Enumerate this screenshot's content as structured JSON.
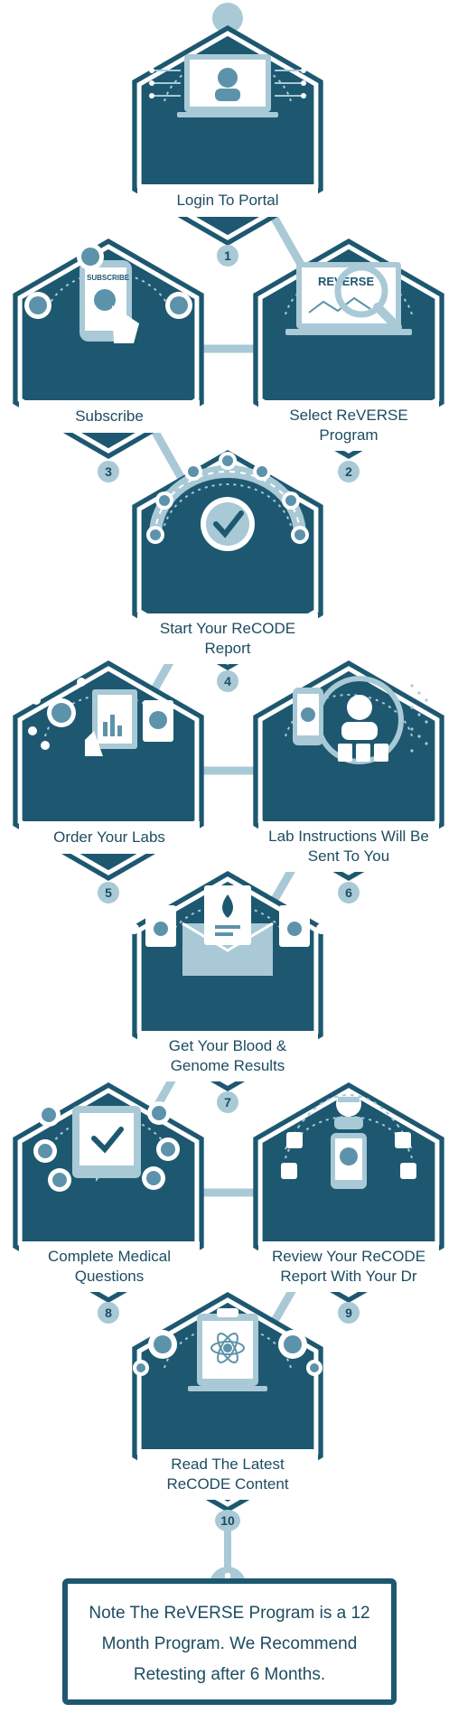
{
  "colors": {
    "dark": "#1d5870",
    "light": "#a9c9d6",
    "mid": "#5d93aa",
    "white": "#ffffff"
  },
  "steps": [
    {
      "num": "1",
      "label": "Login To Portal",
      "icon": "computer-doctor-icon"
    },
    {
      "num": "2",
      "label": "Select ReVERSE Program",
      "icon": "laptop-magnifier-icon"
    },
    {
      "num": "3",
      "label": "Subscribe",
      "icon": "phone-subscribe-icon"
    },
    {
      "num": "4",
      "label": "Start Your ReCODE Report",
      "icon": "checkmark-gauge-icon"
    },
    {
      "num": "5",
      "label": "Order Your Labs",
      "icon": "tablet-order-icon"
    },
    {
      "num": "6",
      "label": "Lab Instructions Will Be Sent To You",
      "icon": "phone-instructions-icon"
    },
    {
      "num": "7",
      "label": "Get Your Blood & Genome Results",
      "icon": "envelope-results-icon"
    },
    {
      "num": "8",
      "label": "Complete Medical Questions",
      "icon": "chat-checkmark-icon"
    },
    {
      "num": "9",
      "label": "Review Your ReCODE Report With Your Dr",
      "icon": "doctor-phone-icon"
    },
    {
      "num": "10",
      "label": "Read The Latest ReCODE Content",
      "icon": "clipboard-atom-icon"
    }
  ],
  "laptop_brand": "REVERSE",
  "phone_text": "SUBSCRIBE",
  "note": {
    "icon": "exclamation-icon",
    "text": "Note The ReVERSE Program is a 12 Month Program. We Recommend Retesting after 6 Months."
  }
}
